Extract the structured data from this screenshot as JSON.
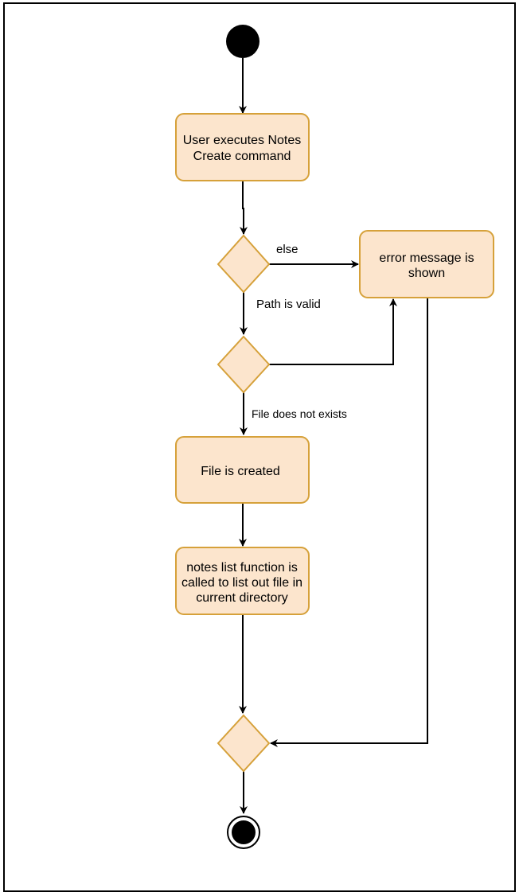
{
  "nodes": {
    "user_action": {
      "lines": [
        "User executes Notes",
        "Create command"
      ]
    },
    "error_box": {
      "lines": [
        "error message is",
        "shown"
      ]
    },
    "file_created": {
      "lines": [
        "File is created"
      ]
    },
    "list_box": {
      "lines": [
        "notes list function is",
        "called to list out file in",
        "current directory"
      ]
    }
  },
  "edges": {
    "else_label": "else",
    "path_valid_label": "Path is valid",
    "file_not_exists_label": "File does not exists"
  },
  "colors": {
    "node_fill": "#fce5cd",
    "node_stroke": "#d6a13a",
    "line": "#000000"
  }
}
